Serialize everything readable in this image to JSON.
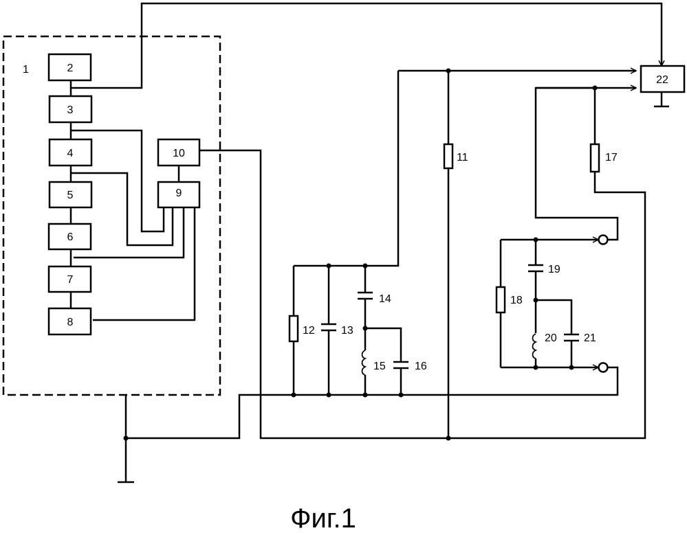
{
  "figure": {
    "caption": "Фиг.1",
    "unit_label": "1",
    "blocks": {
      "b2": "2",
      "b3": "3",
      "b4": "4",
      "b5": "5",
      "b6": "6",
      "b7": "7",
      "b8": "8",
      "b9": "9",
      "b10": "10",
      "b22": "22"
    },
    "components": {
      "r11": "11",
      "r12": "12",
      "c13": "13",
      "c14": "14",
      "l15": "15",
      "c16": "16",
      "r17": "17",
      "r18": "18",
      "c19": "19",
      "l20": "20",
      "c21": "21"
    }
  }
}
